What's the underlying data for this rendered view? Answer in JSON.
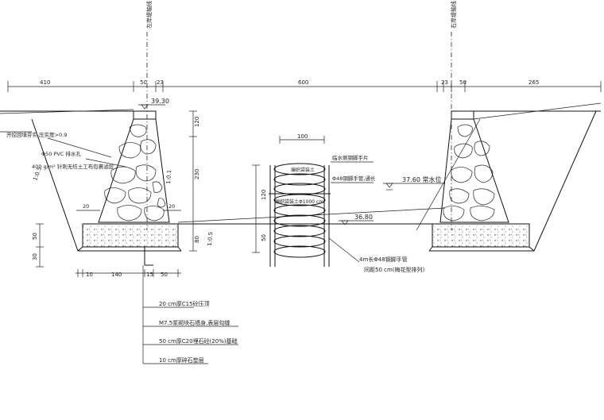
{
  "axis_labels": {
    "left": "左岸堤轴线",
    "right": "右岸堤轴线"
  },
  "dimensions_top": [
    "410",
    "50",
    "23",
    "600",
    "23",
    "50",
    "265"
  ],
  "elevations": {
    "crest": "39.30",
    "water": "37.60 常水位",
    "bed": "36.80"
  },
  "left_notes": {
    "fill_compaction": "开挖回填夯实,压实度>0.9",
    "drain_pipe": "Φ50 PVC 排水孔",
    "geotextile": "400 g/m² 针刺无纺土工布包裹滤层"
  },
  "slopes": {
    "outer_left": "1:0.5",
    "back_wall": "1:0.1",
    "front_wall": "1:0.5"
  },
  "wall_dims": {
    "h1": "120",
    "h2": "230",
    "h3": "80",
    "w_top": "20",
    "w_bottom": "20"
  },
  "base_dims": {
    "h_left_a": "50",
    "h_left_b": "30",
    "w10": "10",
    "w140": "140",
    "w15": "15",
    "w50": "50"
  },
  "cofferdam": {
    "width": "100",
    "fill": "编织袋装土",
    "plank": "临水侧钢脚手片",
    "tube": "Φ48钢脚手管,通长",
    "bag": "编织袋装土Φ1000 cm",
    "h_upper": "120",
    "h_lower": "50",
    "pile": "4m长Φ48钢脚手管",
    "pile_spacing": "间距50 cm(梅花型排列)"
  },
  "legend": [
    "20 cm厚C15砼压顶",
    "M7.5浆砌块石墙身,表层勾缝",
    "50 cm厚C20埋石砼(20%)基础",
    "10 cm厚碎石垫层"
  ]
}
